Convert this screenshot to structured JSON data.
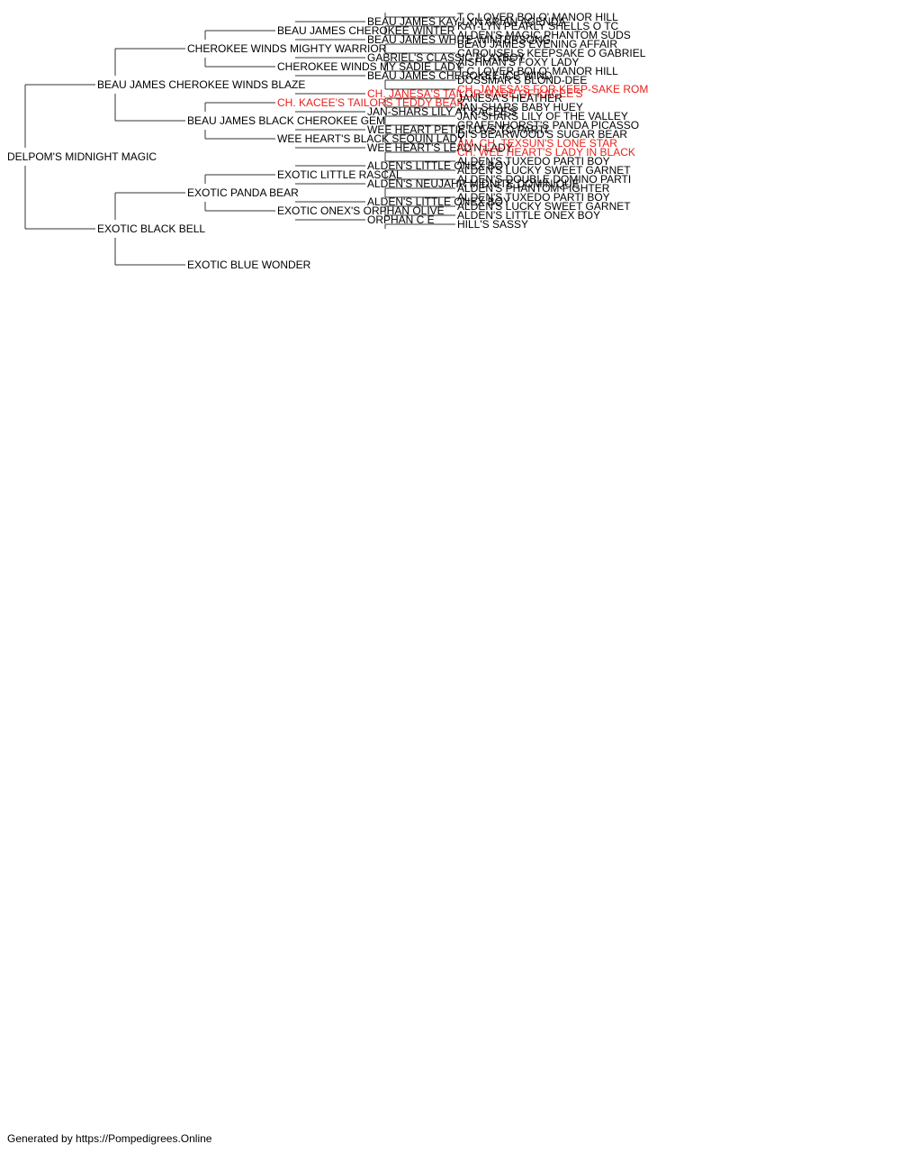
{
  "pedigree": {
    "name": "DELPOM'S MIDNIGHT MAGIC",
    "sire": {
      "name": "BEAU JAMES CHEROKEE WINDS BLAZE",
      "sire": {
        "name": "CHEROKEE WINDS MIGHTY WARRIOR",
        "sire": {
          "name": "BEAU JAMES CHEROKEE WINTER",
          "sire": {
            "name": "BEAU JAMES KAY-LYN ARIAN AGENDA",
            "sire": {
              "name": "T C LOVER BOI O' MANOR HILL"
            },
            "dam": {
              "name": "KAY-LYN PEARLY SHELLS O TC"
            }
          },
          "dam": {
            "name": "BEAU JAMES WHITE WINTERSONG",
            "sire": {
              "name": "ALDEN'S MAGIC PHANTOM SUDS"
            },
            "dam": {
              "name": "BEAU JAMES EVENING AFFAIR"
            }
          }
        },
        "dam": {
          "name": "CHEROKEE WINDS MY SADIE LADY",
          "sire": {
            "name": "GABRIEL'S CLASSIC PLAYBOY",
            "sire": {
              "name": "CAROUSELS KEEPSAKE O GABRIEL"
            },
            "dam": {
              "name": "AISHMAN'S FOXY LADY"
            }
          },
          "dam": {
            "name": "BEAU JAMES CHEROKEE ICE WIND",
            "sire": {
              "name": "T C LOVER BOI O' MANOR HILL"
            },
            "dam": {
              "name": "DOSSMAR'S BLOND-DEE"
            }
          }
        }
      },
      "dam": {
        "name": "BEAU JAMES BLACK CHEROKEE GEM",
        "sire": {
          "name": "CH. KACEE'S TAILORS TEDDY BEAR",
          "champion": true,
          "sire": {
            "name": "CH. JANESA'S TAILOR-MADE OF KACEE'S",
            "champion": true,
            "sire": {
              "name": "CH. JANESA'S FOR KEEP-SAKE ROM",
              "champion": true
            },
            "dam": {
              "name": "JANESA'S HEATHER"
            }
          },
          "dam": {
            "name": "JAN-SHARS LILY AT KACEE'S",
            "sire": {
              "name": "JAN-SHARS BABY HUEY"
            },
            "dam": {
              "name": "JAN-SHARS LILY OF THE VALLEY"
            }
          }
        },
        "dam": {
          "name": "WEE HEART'S BLACK SEQUIN LADY",
          "sire": {
            "name": "WEE HEART PETIE LUVS TO PARTI",
            "sire": {
              "name": "GRAFENHORST'S PANDA PICASSO"
            },
            "dam": {
              "name": "DI'S BEARWOOD'S SUGAR BEAR"
            }
          },
          "dam": {
            "name": "WEE HEART'S LEAD'N LADY",
            "sire": {
              "name": "AM. CH. TEXSUN'S LONE STAR",
              "champion": true
            },
            "dam": {
              "name": "CH. WEE HEART'S LADY IN BLACK",
              "champion": true
            }
          }
        }
      }
    },
    "dam": {
      "name": "EXOTIC BLACK BELL",
      "sire": {
        "name": "EXOTIC PANDA BEAR",
        "sire": {
          "name": "EXOTIC LITTLE RASCAL",
          "sire": {
            "name": "ALDEN'S LITTLE ONEX BOY",
            "sire": {
              "name": "ALDEN'S TUXEDO PARTI BOY"
            },
            "dam": {
              "name": "ALDEN'S LUCKY SWEET GARNET"
            }
          },
          "dam": {
            "name": "ALDEN'S NEUJAHR MIDNITE DOMINIQUE",
            "sire": {
              "name": "ALDEN'S DOUBLE DOMINO PARTI"
            },
            "dam": {
              "name": "ALDEN'S PHANTOM FIGHTER"
            }
          }
        },
        "dam": {
          "name": "EXOTIC ONEX'S ORPHAN OLIVE",
          "sire": {
            "name": "ALDEN'S LITTLE ONEX BOY",
            "sire": {
              "name": "ALDEN'S TUXEDO PARTI BOY"
            },
            "dam": {
              "name": "ALDEN'S LUCKY SWEET GARNET"
            }
          },
          "dam": {
            "name": "ORPHAN C E",
            "sire": {
              "name": "ALDEN'S LITTLE ONEX BOY"
            },
            "dam": {
              "name": "HILL'S SASSY"
            }
          }
        }
      },
      "dam": {
        "name": "EXOTIC BLUE WONDER"
      }
    }
  },
  "colors": {
    "line": "#333333",
    "text": "#000000",
    "champion": "#e8211c"
  },
  "footer": "Generated by https://Pompedigrees.Online"
}
